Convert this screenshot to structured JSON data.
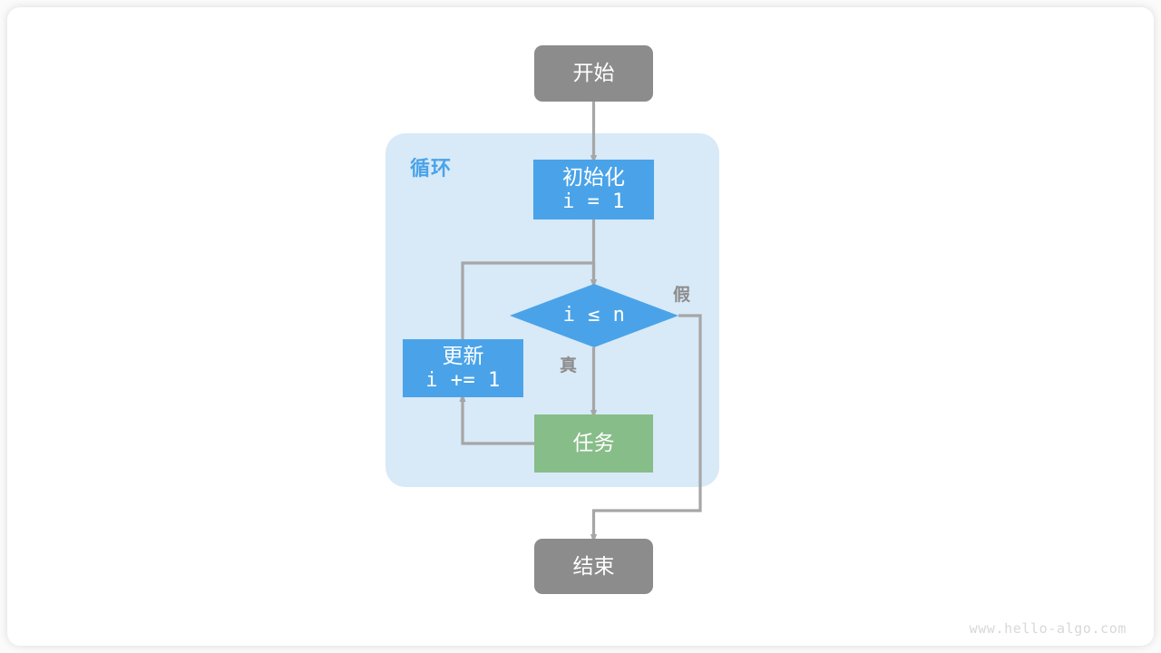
{
  "diagram": {
    "type": "flowchart",
    "title": "for-loop flowchart",
    "colors": {
      "start_end_fill": "#8c8c8c",
      "process_fill": "#4aa3e8",
      "task_fill": "#87bd88",
      "loop_container_fill": "#d8e9f8",
      "edge_stroke": "#a6a6a6",
      "loop_label_color": "#4aa3e8",
      "edge_label_color": "#8c8c8c",
      "canvas_bg": "#ffffff",
      "watermark_color": "#d8d8d8"
    },
    "nodes": {
      "start": {
        "label": "开始",
        "shape": "rounded-rect",
        "fill": "#8c8c8c"
      },
      "init": {
        "label_line1": "初始化",
        "label_line2": "i = 1",
        "shape": "rect",
        "fill": "#4aa3e8"
      },
      "condition": {
        "label": "i ≤ n",
        "shape": "diamond",
        "fill": "#4aa3e8"
      },
      "update": {
        "label_line1": "更新",
        "label_line2": "i += 1",
        "shape": "rect",
        "fill": "#4aa3e8"
      },
      "task": {
        "label": "任务",
        "shape": "rect",
        "fill": "#87bd88"
      },
      "end": {
        "label": "结束",
        "shape": "rounded-rect",
        "fill": "#8c8c8c"
      }
    },
    "container": {
      "label": "循环"
    },
    "edge_labels": {
      "true_branch": "真",
      "false_branch": "假"
    },
    "watermark": "www.hello-algo.com"
  }
}
